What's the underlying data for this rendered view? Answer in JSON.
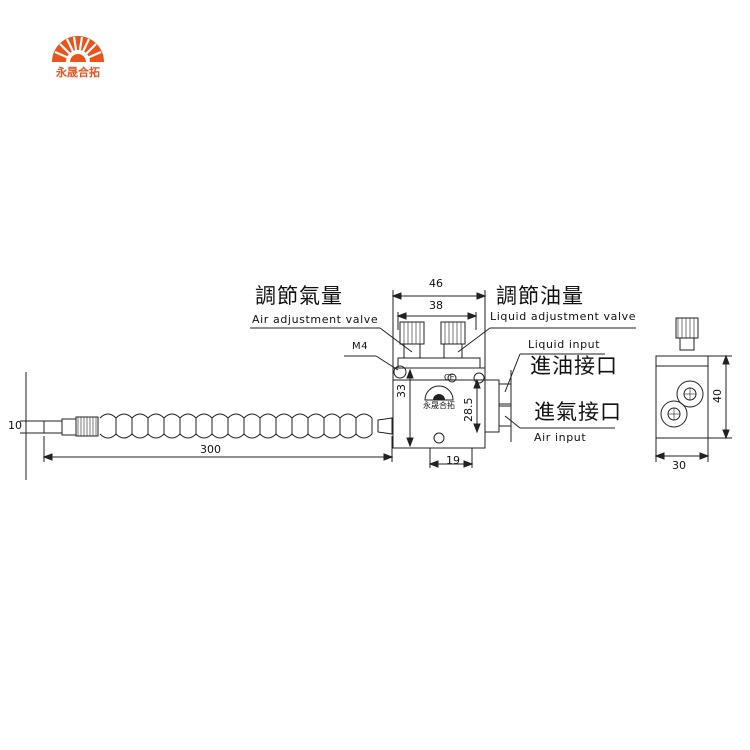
{
  "brand": {
    "name": "永晟合拓",
    "color": "#e8541c",
    "icon": "sunburst-logo-icon"
  },
  "labels": {
    "air_adjust_cn": "調節氣量",
    "air_adjust_en": "Air adjustment valve",
    "liquid_adjust_cn": "調節油量",
    "liquid_adjust_en": "Liquid adjustment valve",
    "liquid_input_en": "Liquid input",
    "liquid_input_cn": "進油接口",
    "air_input_cn": "進氣接口",
    "air_input_en": "Air input",
    "thread": "M4",
    "body_mark": "永晟合拓",
    "ce_mark": "CE"
  },
  "dimensions": {
    "top_outer": "46",
    "top_inner": "38",
    "body_height": "33",
    "port_height": "28.5",
    "port_offset": "19",
    "nozzle_dia": "10",
    "hose_length": "300",
    "side_height": "40",
    "side_width": "30"
  },
  "colors": {
    "line": "#222222",
    "accent": "#e8541c"
  }
}
